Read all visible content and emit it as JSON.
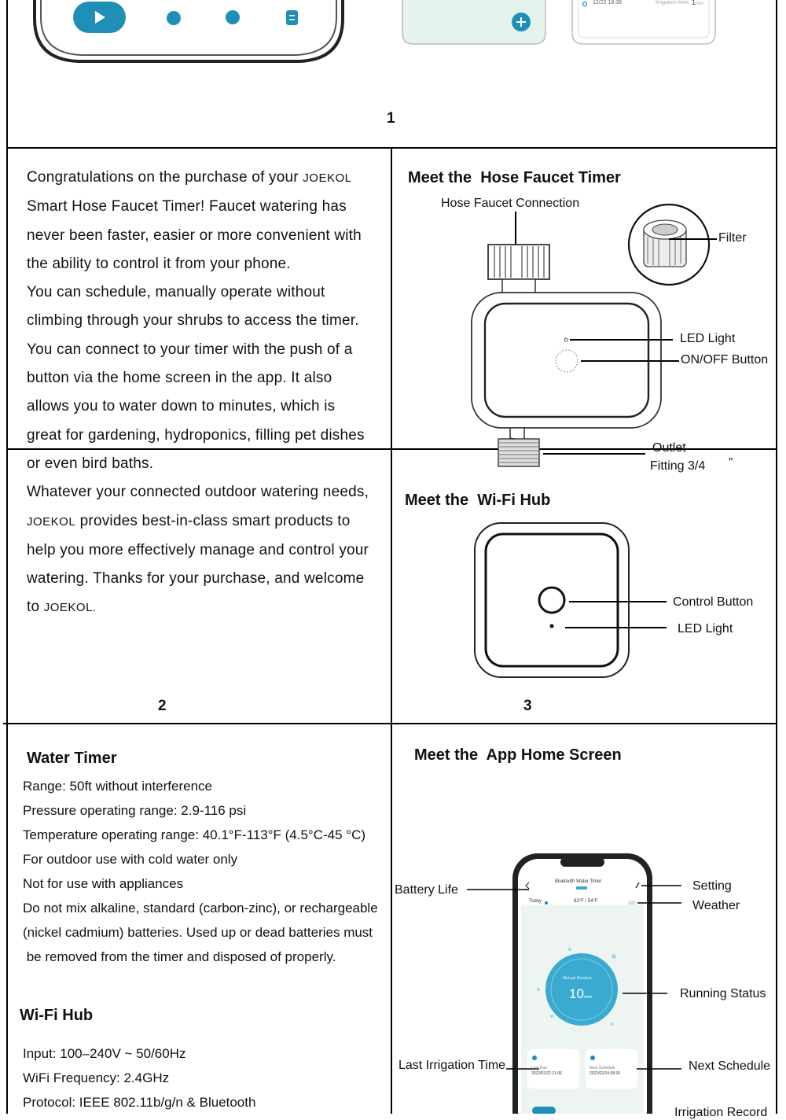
{
  "top": {
    "page_number": "1",
    "phone_card_time": "12/22 18:38",
    "phone_card_irrigation": "Irrigation time",
    "phone_card_value": "1",
    "phone_card_unit": "min"
  },
  "intro": {
    "lines_a": [
      "Congratulations on the purchase of your",
      "Smart Hose Faucet Timer! Faucet watering has",
      "never been faster, easier or more convenient with",
      "the ability to control it from your phone.",
      "You can schedule, manually operate without",
      "climbing through your shrubs to access the timer.",
      "You can connect to your timer with the push of a",
      "button via the home screen in the app. It also",
      "allows you to water down to minutes, which is",
      "great for gardening, hydroponics, filling pet dishes",
      "or even bird baths.",
      "Whatever your connected outdoor watering needs,"
    ],
    "brand": "JOEKOL",
    "line_brand_rest": " provides best-in-class smart products to",
    "lines_b": [
      "help you more effectively manage and control your",
      "watering. Thanks for your purchase, and welcome"
    ],
    "last_prefix": "to ",
    "last_brand": "JOEKOL.",
    "page_number": "2"
  },
  "hose_timer": {
    "title": "Meet the  Hose Faucet Timer",
    "labels": {
      "connection": "Hose Faucet Connection",
      "filter": "Filter",
      "led": "LED Light",
      "onoff": "ON/OFF Button",
      "outlet": "Outlet",
      "fitting": "Fitting 3/4",
      "quote": "”"
    }
  },
  "wifi_hub": {
    "title": "Meet the  Wi-Fi Hub",
    "labels": {
      "control": "Control Button",
      "led": "LED Light"
    },
    "page_number": "3"
  },
  "specs": {
    "water_timer_title": "Water Timer",
    "water_timer_lines": [
      "Range: 50ft without interference",
      "Pressure operating range: 2.9-116 psi",
      "Temperature operating range: 40.1°F-113°F (4.5°C-45 °C)",
      "For outdoor use with cold water only",
      "Not for use with appliances",
      "Do not mix alkaline, standard (carbon-zinc), or rechargeable",
      "(nickel cadmium) batteries. Used up or dead batteries must",
      " be removed from the timer and disposed of properly."
    ],
    "hub_title": "Wi-Fi Hub",
    "hub_lines": [
      "Input: 100–240V ~ 50/60Hz",
      "WiFi Frequency: 2.4GHz",
      "Protocol: IEEE 802.11b/g/n & Bluetooth"
    ]
  },
  "app_home": {
    "title": "Meet the  App Home Screen",
    "labels": {
      "battery": "Battery Life",
      "setting": "Setting",
      "weather": "Weather",
      "running": "Running Status",
      "last": "Last Irrigation Time",
      "next": "Next Schedule",
      "record": "Irrigation Record"
    },
    "screen": {
      "header": "Bluetooth Water Timer",
      "today": "Today",
      "temp": "82°F / 54°F",
      "dial_label": "Manual Duration",
      "dial_value": "10",
      "dial_unit": "mins",
      "card_left_title": "Last Run",
      "card_left_date": "2022/02/22 21:06",
      "card_right_title": "Next Schedule",
      "card_right_date": "2022/02/24 08:30"
    }
  }
}
